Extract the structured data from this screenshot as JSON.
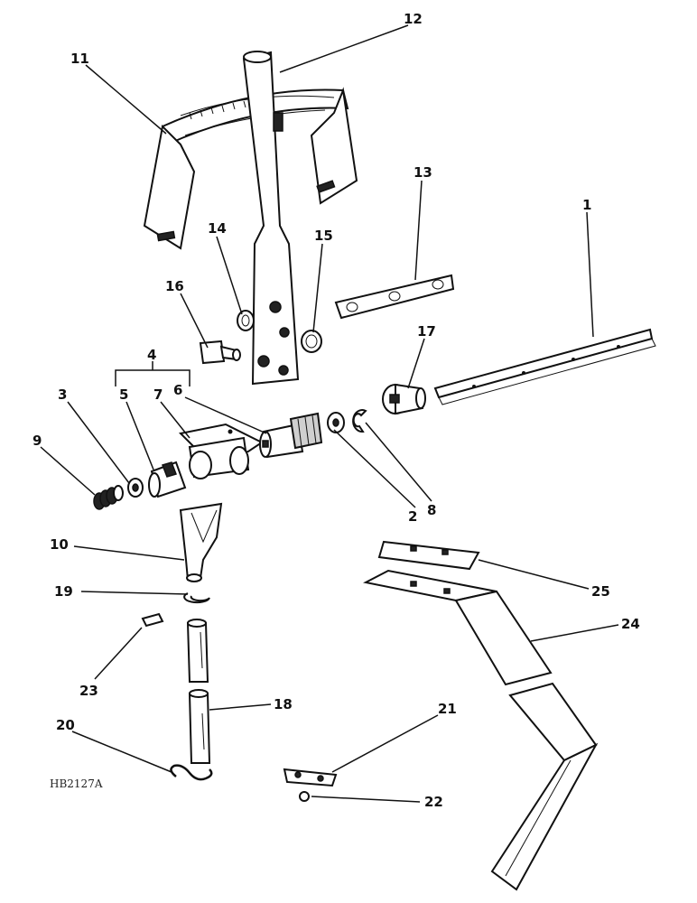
{
  "drawing_code": "HB2127A",
  "callouts": {
    "n1": "1",
    "n2": "2",
    "n3": "3",
    "n4": "4",
    "n5": "5",
    "n6": "6",
    "n7": "7",
    "n8": "8",
    "n9": "9",
    "n10": "10",
    "n11": "11",
    "n12": "12",
    "n13": "13",
    "n14": "14",
    "n15": "15",
    "n16": "16",
    "n17": "17",
    "n18": "18",
    "n19": "19",
    "n20": "20",
    "n21": "21",
    "n22": "22",
    "n23": "23",
    "n24": "24",
    "n25": "25"
  }
}
